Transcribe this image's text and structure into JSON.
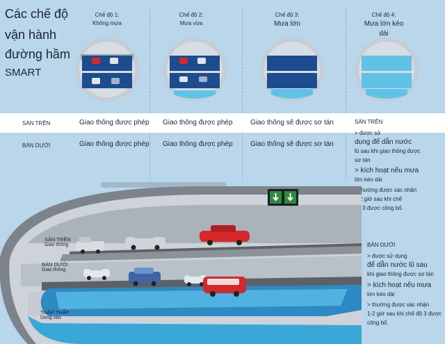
{
  "title": [
    "Các chế độ",
    "vận hành",
    "đường hầm",
    "SMART"
  ],
  "modes": [
    {
      "name": "Chế độ 1:",
      "desc": "Không mưa",
      "upper": "Giao thông được phép",
      "lower": "Giao thông được phép"
    },
    {
      "name": "Chế độ 2:",
      "desc": "Mưa vừa",
      "upper": "Giao thông được phép",
      "lower": "Giao thông được phép"
    },
    {
      "name": "Chế độ 3:",
      "desc": "Mưa lớn",
      "upper": "Giao thông sẽ được sơ tán",
      "lower": "Giao thông sẽ được sơ tán"
    },
    {
      "name": "Chế độ 4:",
      "desc": "Mưa lớn kéo dài"
    }
  ],
  "rows": {
    "upper": "SÀN TRÊN",
    "lower": "BÀN DƯỚI"
  },
  "mode4_upper": "SÀN TRÊN",
  "mode4_lines": [
    "> được sử",
    "dụng để dẫn nước",
    "lũ sau khi giao thông được",
    "sơ tán",
    "> kích hoạt nếu mưa",
    "lớn kéo dài",
    "> thường được xác nhận",
    "1-2 giờ sau khi chế",
    "độ 3 được công bố."
  ],
  "lower_note_title": "BÀN DƯỚI",
  "lower_note_lines": [
    "> được sử dụng",
    "để dẫn nước lũ sau",
    "khi giao thông được sơ tán",
    "> kích hoạt nếu mưa",
    "lớn kéo dài",
    "> thường được xác nhận",
    "1-2 giờ sau khi chế độ 3 được",
    "công bố."
  ],
  "tunnel_labels": {
    "upper": "SÀN TRÊN",
    "upper_sub": "Giao thông",
    "lower": "BÀN DƯỚI",
    "lower_sub": "Giao thông",
    "bottom": "THẤP THẤP",
    "bottom_sub": "Dòng vào"
  },
  "colors": {
    "bg": "#b9d6ea",
    "tunnel": "#8a8f96",
    "water": "#3ba7d9",
    "sign": "#2e8b3e",
    "car_red": "#d8282b"
  }
}
